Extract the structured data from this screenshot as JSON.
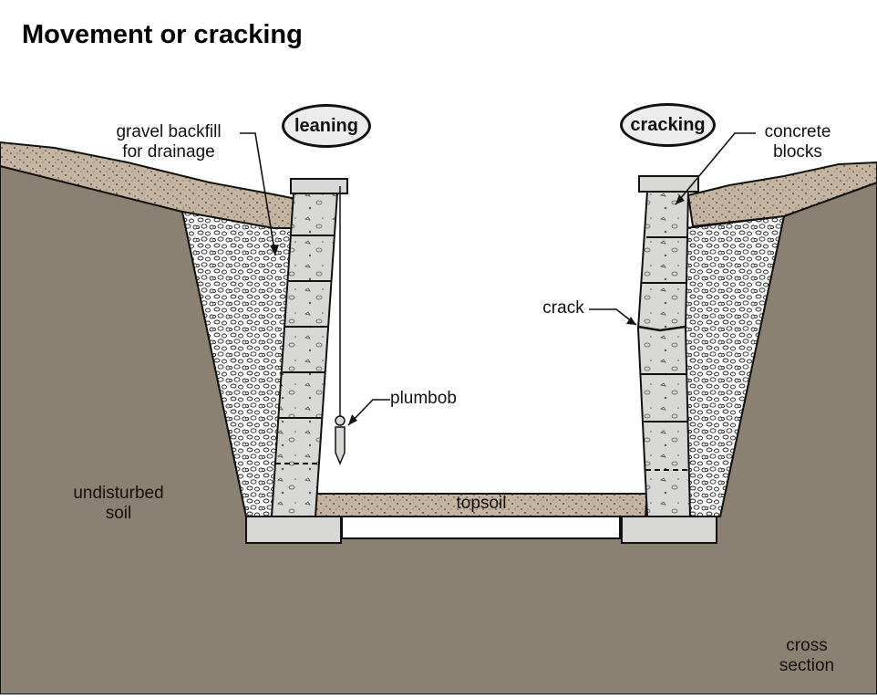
{
  "title": "Movement or cracking",
  "labels": {
    "leaning": "leaning",
    "cracking": "cracking",
    "gravel": "gravel backfill\nfor drainage",
    "concrete": "concrete\nblocks",
    "crack": "crack",
    "plumbob": "plumbob",
    "topsoil": "topsoil",
    "undisturbed": "undisturbed\nsoil",
    "cross": "cross\nsection"
  },
  "colors": {
    "soil": "#8b8172",
    "topsoil": "#c5b4a1",
    "gravel": "#ffffff",
    "block": "#d8d8d6",
    "outline": "#111111"
  }
}
